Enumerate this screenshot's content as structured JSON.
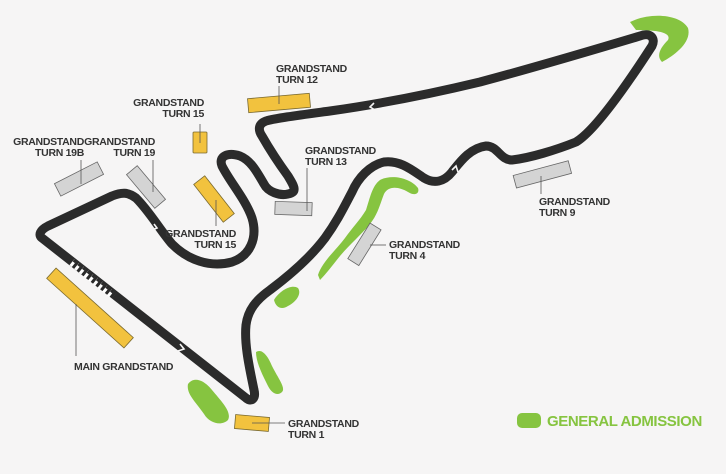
{
  "colors": {
    "track": "#2b2b2b",
    "background": "#f6f5f5",
    "premium_grandstand": "#f2c23e",
    "standard_grandstand": "#d4d4d4",
    "general_admission": "#86c440"
  },
  "grandstands": {
    "turn12": {
      "line1": "GRANDSTAND",
      "line2": "TURN 12"
    },
    "turn15_upper": {
      "line1": "GRANDSTAND",
      "line2": "TURN 15"
    },
    "turn19b": {
      "line1": "GRANDSTAND",
      "line2": "TURN 19B"
    },
    "turn19": {
      "line1": "GRANDSTAND",
      "line2": "TURN 19"
    },
    "turn13": {
      "line1": "GRANDSTAND",
      "line2": "TURN 13"
    },
    "turn15_lower": {
      "line1": "GRANDSTAND",
      "line2": "TURN 15"
    },
    "turn4": {
      "line1": "GRANDSTAND",
      "line2": "TURN 4"
    },
    "turn9": {
      "line1": "GRANDSTAND",
      "line2": "TURN 9"
    },
    "main": {
      "line1": "MAIN GRANDSTAND"
    },
    "turn1": {
      "line1": "GRANDSTAND",
      "line2": "TURN 1"
    }
  },
  "legend": {
    "general_admission": "GENERAL ADMISSION"
  }
}
